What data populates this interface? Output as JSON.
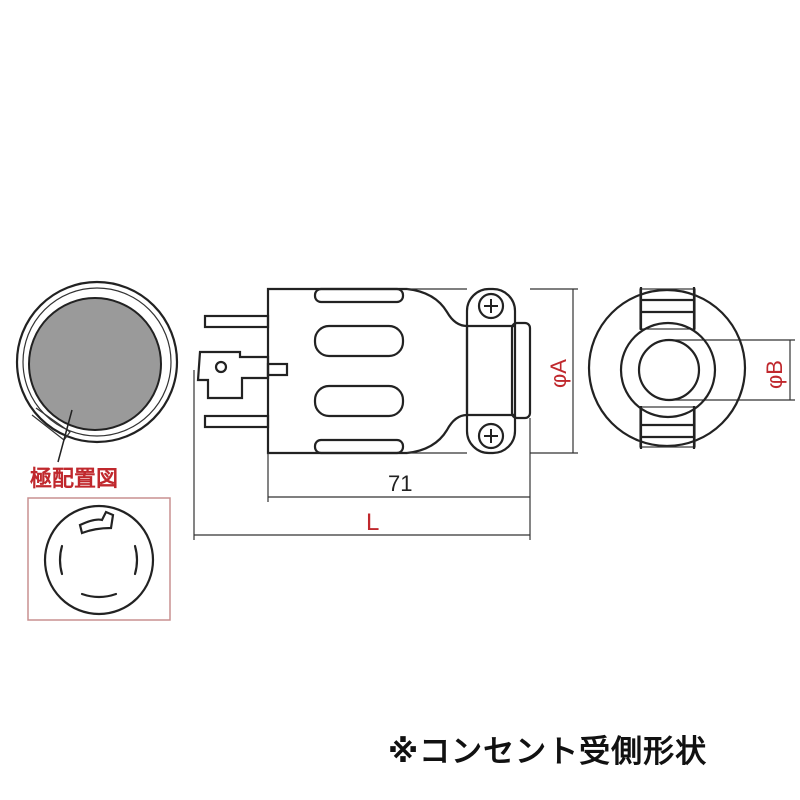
{
  "labels": {
    "pole_arrangement": "極配置図",
    "dim_length_body": "71",
    "dim_length_total": "L",
    "dim_diameter_a": "φA",
    "dim_diameter_b": "φB",
    "note": "※コンセント受側形状"
  },
  "colors": {
    "accent_red": "#c0282d",
    "line": "#222222",
    "face_gray": "#9a9a9a",
    "box_border": "#c89090"
  }
}
